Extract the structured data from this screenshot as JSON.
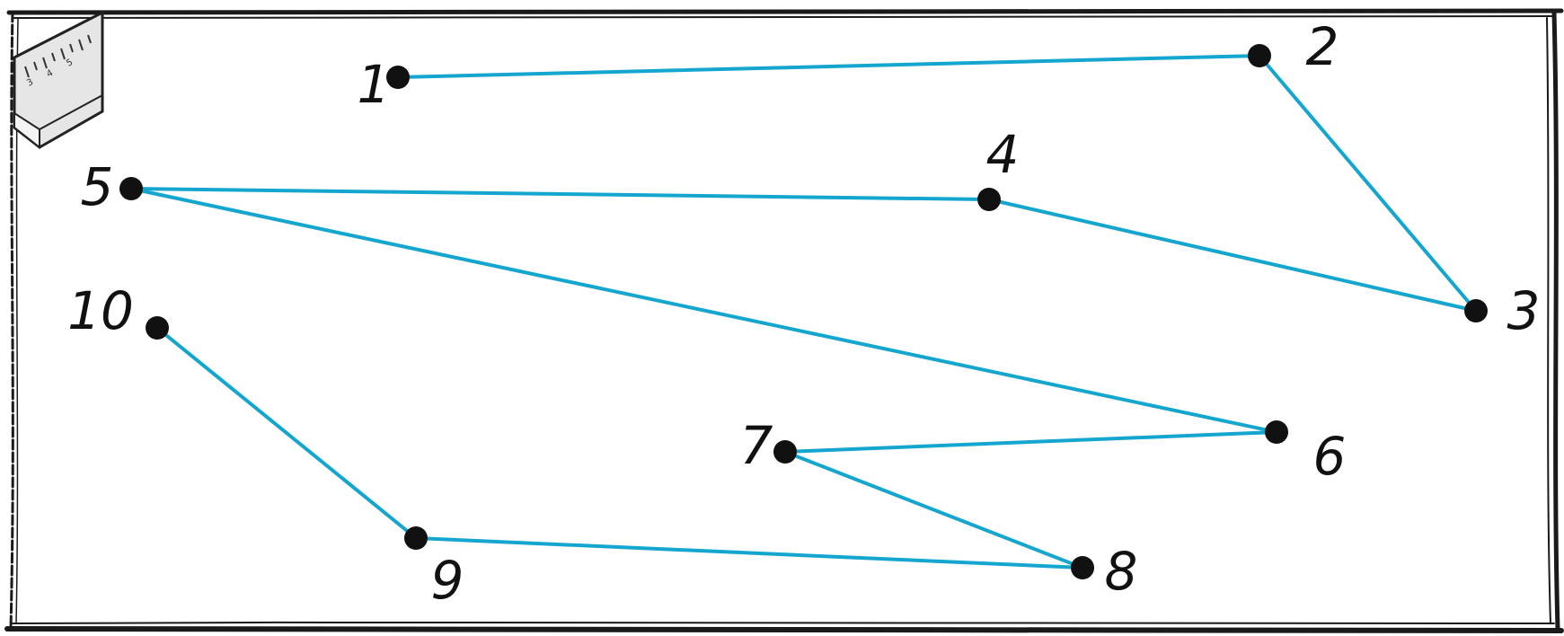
{
  "puzzle": {
    "colors": {
      "line": "#14a6cf",
      "dot": "#111111",
      "frame": "#1a1a1a"
    },
    "ruler_icon": "ruler-icon",
    "connect_order": [
      1,
      2,
      3,
      4,
      5,
      6,
      7,
      8,
      9,
      10
    ],
    "dots": [
      {
        "label": "1"
      },
      {
        "label": "2"
      },
      {
        "label": "3"
      },
      {
        "label": "4"
      },
      {
        "label": "5"
      },
      {
        "label": "6"
      },
      {
        "label": "7"
      },
      {
        "label": "8"
      },
      {
        "label": "9"
      },
      {
        "label": "10"
      }
    ]
  }
}
